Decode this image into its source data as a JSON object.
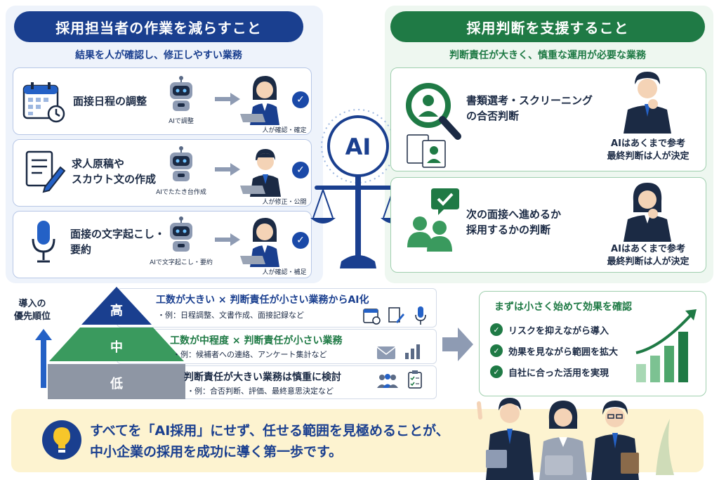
{
  "left": {
    "header": "採用担当者の作業を減らすこと",
    "subheader": "結果を人が確認し、修正しやすい業務",
    "tasks": [
      {
        "label_1": "面接日程の調整",
        "label_2": "",
        "ai_caption": "AIで調整",
        "person_caption": "人が確認・確定",
        "icon": "calendar-icon"
      },
      {
        "label_1": "求人原稿や",
        "label_2": "スカウト文の作成",
        "ai_caption": "AIでたたき台作成",
        "person_caption": "人が修正・公開",
        "icon": "document-pen-icon"
      },
      {
        "label_1": "面接の文字起こし・",
        "label_2": "要約",
        "ai_caption": "AIで文字起こし・要約",
        "person_caption": "人が確認・補足",
        "icon": "microphone-icon"
      }
    ]
  },
  "right": {
    "header": "採用判断を支援すること",
    "subheader": "判断責任が大きく、慎重な運用が必要な業務",
    "cards": [
      {
        "label_1": "書類選考・スクリーニング",
        "label_2": "の合否判断",
        "note_1": "AIはあくまで参考",
        "note_2": "最終判断は人が決定",
        "icon": "magnifier-person-icon"
      },
      {
        "label_1": "次の面接へ進めるか",
        "label_2": "採用するかの判断",
        "note_1": "AIはあくまで参考",
        "note_2": "最終判断は人が決定",
        "icon": "people-check-icon"
      }
    ]
  },
  "center": {
    "scale_label": "AI"
  },
  "priority": {
    "axis_label_1": "導入の",
    "axis_label_2": "優先順位",
    "levels": [
      {
        "tier": "高",
        "title": "工数が大きい × 判断責任が小さい業務からAI化",
        "example": "・例：日程調整、文書作成、面接記録など"
      },
      {
        "tier": "中",
        "title": "工数が中程度 × 判断責任が小さい業務",
        "example": "・例：候補者への連絡、アンケート集計など"
      },
      {
        "tier": "低",
        "title": "判断責任が大きい業務は慎重に検討",
        "example": "・例：合否判断、評価、最終意思決定など"
      }
    ]
  },
  "start_small": {
    "title": "まずは小さく始めて効果を確認",
    "items": [
      "リスクを抑えながら導入",
      "効果を見ながら範囲を拡大",
      "自社に合った活用を実現"
    ]
  },
  "footer": {
    "line_1": "すべてを「AI採用」にせず、任せる範囲を見極めることが、",
    "line_2": "中小企業の採用を成功に導く第一歩です。"
  },
  "colors": {
    "navy": "#1a3f8f",
    "green": "#1f7a45",
    "pale_blue": "#eef3fb",
    "pale_green": "#eef7f0",
    "footer_bg": "#fdf3d0"
  }
}
